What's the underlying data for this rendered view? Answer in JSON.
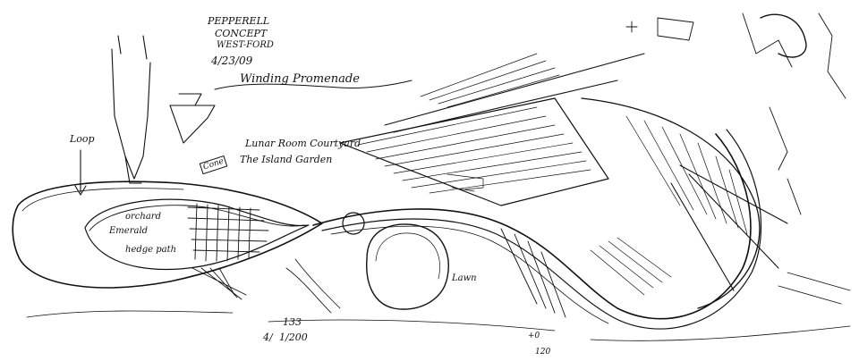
{
  "sheet": {
    "ink_color": "#111111",
    "paper_color": "#ffffff"
  },
  "title_block": {
    "line1": "PEPPERELL",
    "line2": "CONCEPT",
    "line3": "WEST-FORD",
    "date": "4/23/09"
  },
  "labels": {
    "promenade": "Winding Promenade",
    "loop": "Loop",
    "orchard": "orchard",
    "emerald": "Emerald",
    "hedge_path": "hedge path",
    "sun_room": "Lunar Room Courtyard",
    "island": "The Island Garden",
    "lawn": "Lawn",
    "plant_tag": "Cone"
  },
  "scale_notes": {
    "fraction_top": "133",
    "fraction_bottom": "1/200",
    "fraction_extra": "4/",
    "elev_1": "+0",
    "elev_2": "120"
  }
}
